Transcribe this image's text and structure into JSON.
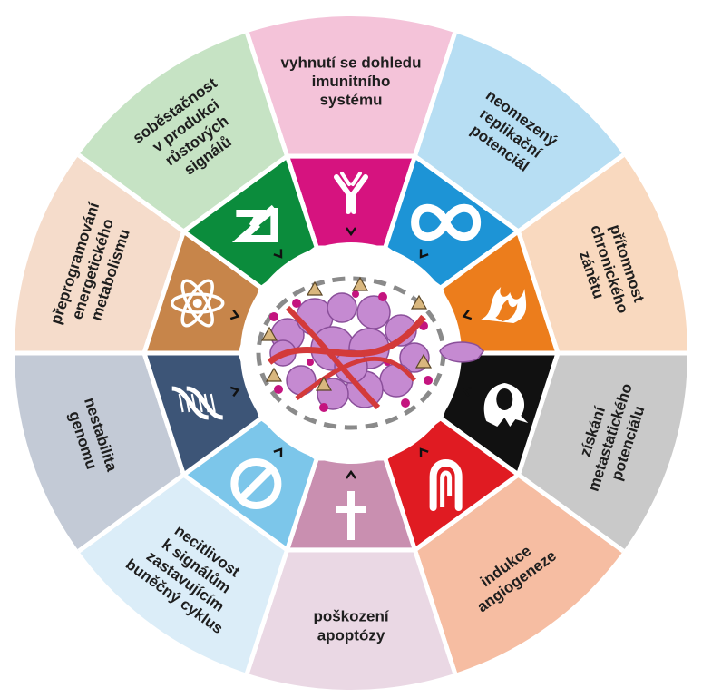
{
  "segments": [
    {
      "id": "immune",
      "lines": [
        "vyhnutí se dohledu",
        "imunitního",
        "systému"
      ],
      "outer_color": "#f4c3d9",
      "icon_color": "#d6137f",
      "icon": "antibody-icon"
    },
    {
      "id": "replication",
      "lines": [
        "neomezený",
        "replikační",
        "potenciál"
      ],
      "outer_color": "#b7def3",
      "icon_color": "#1d94d6",
      "icon": "infinity-icon"
    },
    {
      "id": "inflammation",
      "lines": [
        "přítomnost",
        "chronického",
        "zánětu"
      ],
      "outer_color": "#f9d9bf",
      "icon_color": "#ec7d1c",
      "icon": "flame-icon"
    },
    {
      "id": "metastasis",
      "lines": [
        "získání",
        "metastatického",
        "potenciálu"
      ],
      "outer_color": "#c9c9c9",
      "icon_color": "#111111",
      "icon": "metastatic-cell-icon"
    },
    {
      "id": "angiogenesis",
      "lines": [
        "indukce",
        "angiogeneze"
      ],
      "outer_color": "#f6bda2",
      "icon_color": "#e01b22",
      "icon": "blood-vessel-icon"
    },
    {
      "id": "apoptosis",
      "lines": [
        "poškození",
        "apoptózy"
      ],
      "outer_color": "#ead8e4",
      "icon_color": "#c98fb0",
      "icon": "cross-icon"
    },
    {
      "id": "suppressors",
      "lines": [
        "necitlivost",
        "k signálům",
        "zastavujícím",
        "buněčný cyklus"
      ],
      "outer_color": "#dbedf8",
      "icon_color": "#7cc6ea",
      "icon": "no-entry-icon"
    },
    {
      "id": "genome",
      "lines": [
        "nestabilita",
        "genomu"
      ],
      "outer_color": "#c3cad6",
      "icon_color": "#3d5577",
      "icon": "dna-icon"
    },
    {
      "id": "metabolism",
      "lines": [
        "přeprogramování",
        "energetického",
        "metabolismu"
      ],
      "outer_color": "#f5dccb",
      "icon_color": "#c7854a",
      "icon": "atom-icon"
    },
    {
      "id": "growth",
      "lines": [
        "soběstačnost",
        "v produkci",
        "růstových",
        "signálů"
      ],
      "outer_color": "#c6e3c4",
      "icon_color": "#0b8c3c",
      "icon": "arrow-icon"
    }
  ],
  "center": {
    "icon": "tumor-icon"
  }
}
